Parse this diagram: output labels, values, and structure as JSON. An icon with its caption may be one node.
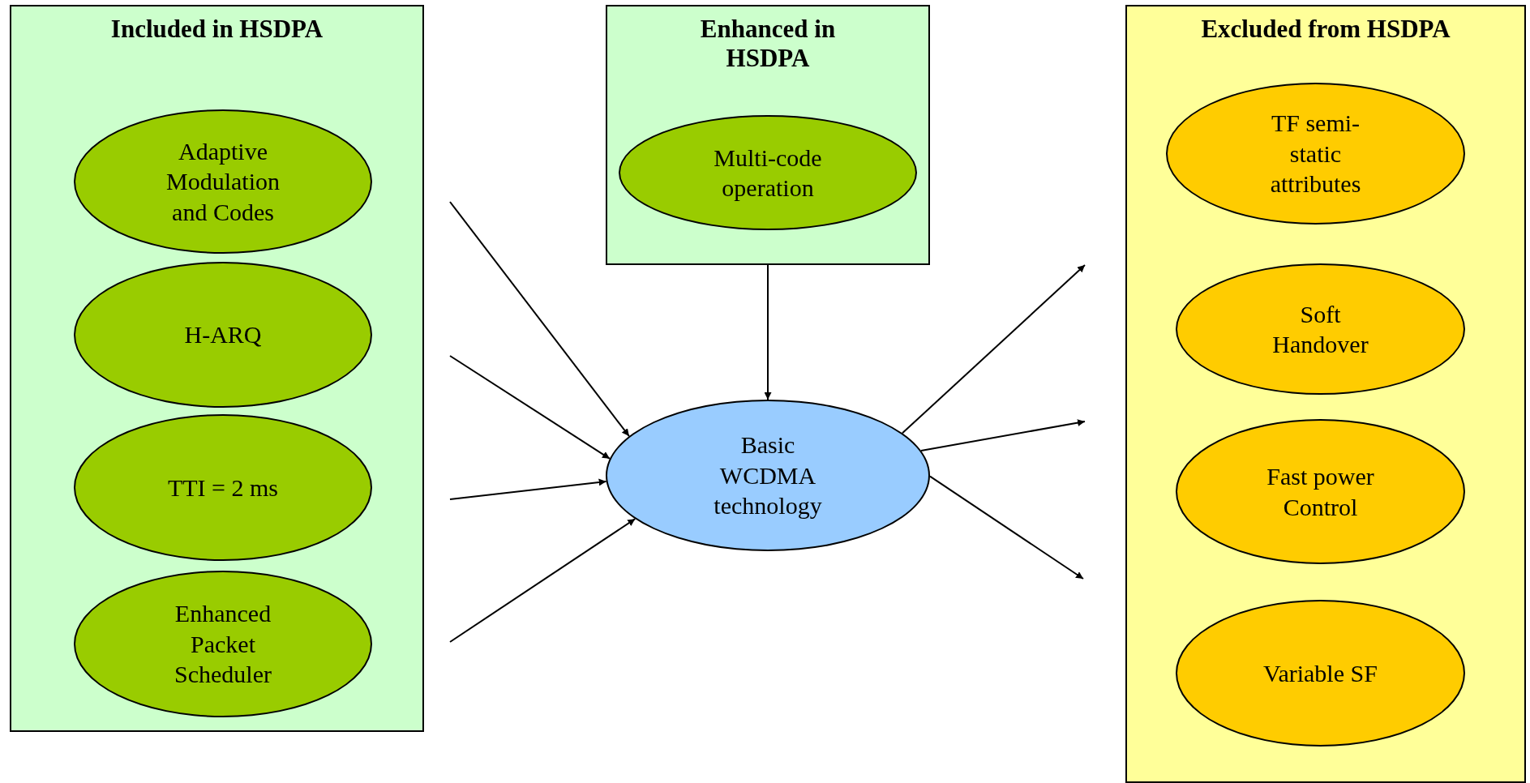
{
  "diagram": {
    "nodes": [
      {
        "text": [
          "Included in HSDPA"
        ]
      },
      {
        "text": [
          "Adaptive Modulation and Codes"
        ],
        "in": 0
      },
      {
        "text": [
          "H-ARQ"
        ],
        "in": 0
      },
      {
        "text": [
          "TTI = 2 ms"
        ],
        "in": 0
      },
      {
        "text": [
          "Enhanced Packet Scheduler"
        ],
        "in": 0
      },
      {
        "text": [
          "Enhanced in HSDPA"
        ]
      },
      {
        "text": [
          "Multi-code operation"
        ],
        "in": 5
      },
      {
        "text": [
          "Basic WCDMA technology"
        ]
      },
      {
        "text": [
          "Excluded from HSDPA"
        ]
      },
      {
        "text": [
          "TF semi-static attributes"
        ],
        "in": 8
      },
      {
        "text": [
          "Soft Handover"
        ],
        "in": 8
      },
      {
        "text": [
          "Fast power Control"
        ],
        "in": 8
      },
      {
        "text": [
          "Variable SF"
        ],
        "in": 8
      }
    ],
    "edges": [
      {
        "from": null,
        "to": 7,
        "arrow": "to"
      },
      {
        "from": null,
        "to": 7,
        "arrow": "to"
      },
      {
        "from": null,
        "to": 7,
        "arrow": "to"
      },
      {
        "from": null,
        "to": 7,
        "arrow": "to"
      },
      {
        "from": 5,
        "to": 7,
        "arrow": "to"
      },
      {
        "from": 7,
        "to": null,
        "arrow": "to"
      },
      {
        "from": 7,
        "to": null,
        "arrow": "to"
      },
      {
        "from": 7,
        "to": null,
        "arrow": "to"
      }
    ]
  }
}
